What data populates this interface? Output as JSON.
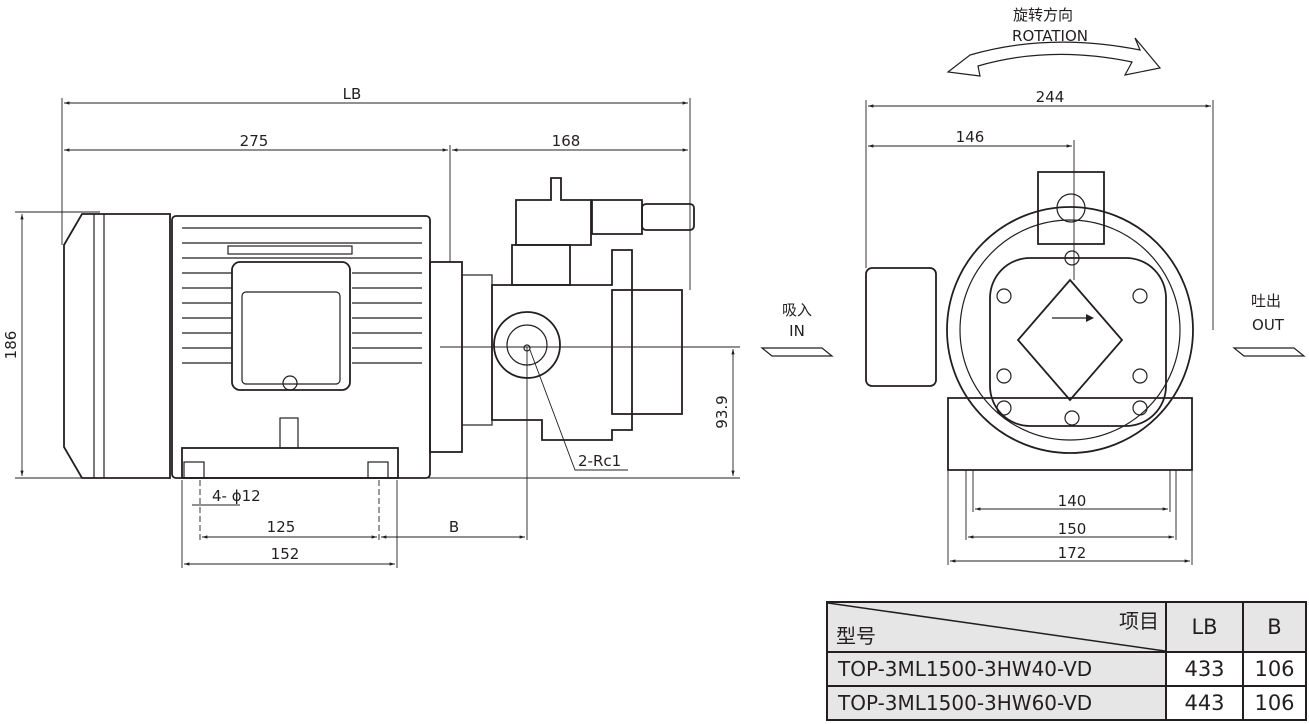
{
  "dimensions": {
    "lb": "LB",
    "motor_length": "275",
    "pump_length": "168",
    "height": "186",
    "shaft_height": "93.9",
    "bolt_holes": "4- ϕ12",
    "bolt_spacing_inner": "125",
    "b": "B",
    "base_length": "152",
    "ports": "2-Rc1",
    "total_width": "244",
    "half_width": "146",
    "base_width_140": "140",
    "base_width_150": "150",
    "base_width_172": "172"
  },
  "labels": {
    "rotation_cn": "旋转方向",
    "rotation_en": "ROTATION",
    "inlet_cn": "吸入",
    "inlet_en": "IN",
    "outlet_cn": "吐出",
    "outlet_en": "OUT"
  },
  "spec_table": {
    "header_item": "项目",
    "header_model": "型号",
    "col_lb": "LB",
    "col_b": "B",
    "rows": [
      {
        "model": "TOP-3ML1500-3HW40-VD",
        "lb": "433",
        "b": "106"
      },
      {
        "model": "TOP-3ML1500-3HW60-VD",
        "lb": "443",
        "b": "106"
      }
    ]
  }
}
